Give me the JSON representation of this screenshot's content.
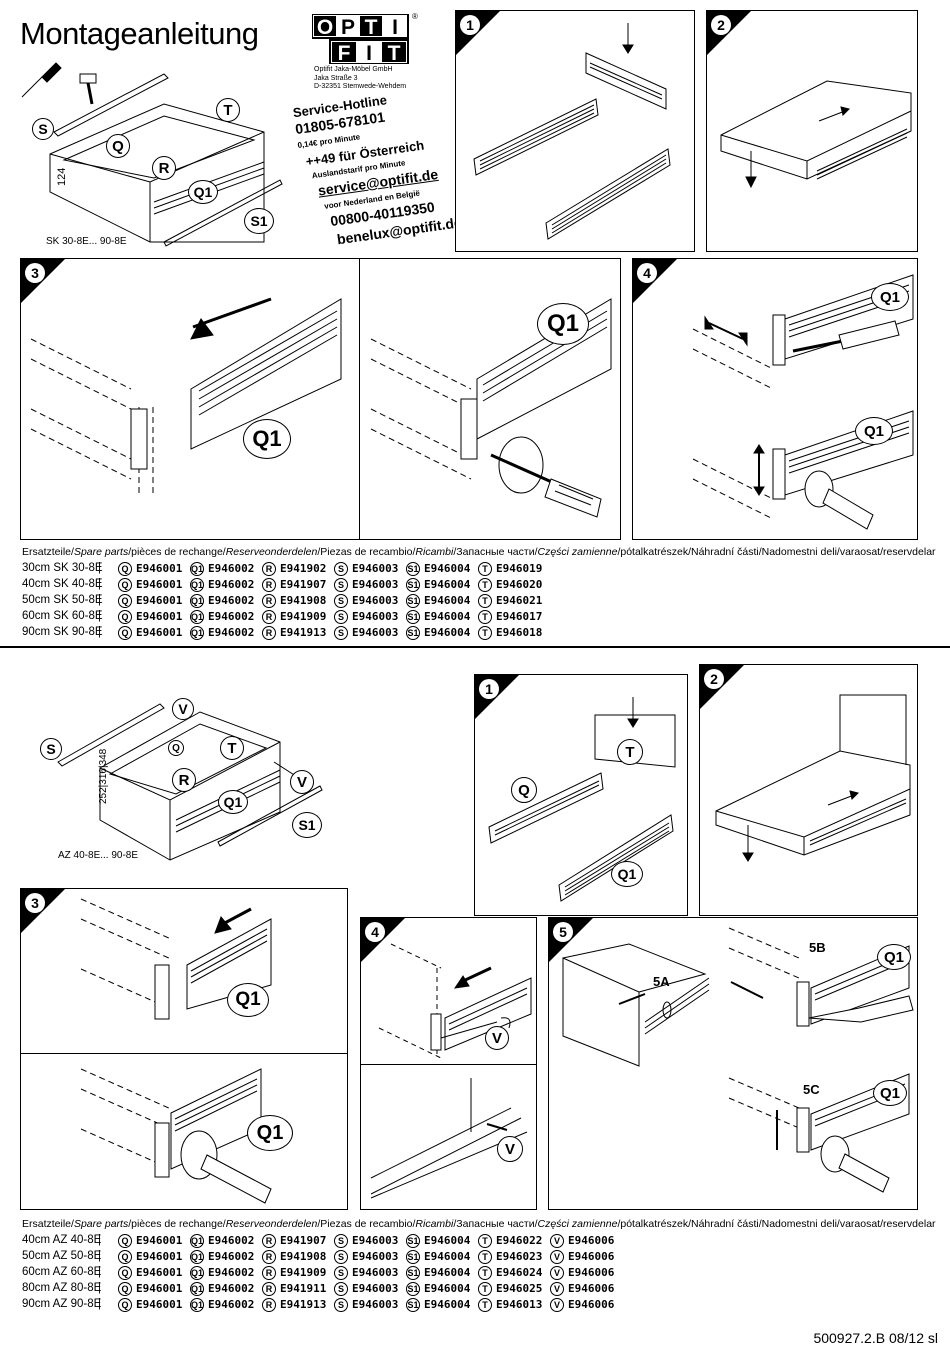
{
  "header": {
    "title": "Montageanleitung",
    "logo": {
      "row1": [
        "O",
        "P",
        "T",
        "I"
      ],
      "row2": [
        "F",
        "I",
        "T"
      ],
      "reg": "®"
    },
    "address": [
      "Optifit Jaka-Möbel GmbH",
      "Jaka Straße 3",
      "D-32351 Stemwede-Wehdem"
    ],
    "hotline": [
      "Service-Hotline",
      "01805-678101",
      "0,14€ pro Minute",
      "++49 für Österreich",
      "Auslandstarif pro Minute",
      "service@optifit.de",
      "voor Nederland en België",
      "00800-40119350",
      "benelux@optifit.de"
    ]
  },
  "sk": {
    "overview_caption": "SK 30-8E... 90-8E",
    "dim": "124",
    "labels": {
      "S": "S",
      "Q": "Q",
      "R": "R",
      "T": "T",
      "Q1": "Q1",
      "S1": "S1"
    },
    "steps": [
      "1",
      "2",
      "3",
      "4"
    ],
    "q1": "Q1"
  },
  "az": {
    "overview_caption": "AZ 40-8E... 90-8E",
    "dim": "252|316|348",
    "labels": {
      "S": "S",
      "Q": "Q",
      "R": "R",
      "T": "T",
      "Q1": "Q1",
      "S1": "S1",
      "V": "V"
    },
    "steps": [
      "1",
      "2",
      "3",
      "4",
      "5"
    ],
    "sub": {
      "a": "5A",
      "b": "5B",
      "c": "5C"
    },
    "q1": "Q1",
    "v": "V"
  },
  "parts_header": {
    "p1": "Ersatzteile/",
    "p2": "Spare parts",
    "p3": "/pièces de rechange/",
    "p4": "Reserveonderdelen",
    "p5": "/Piezas de recambio/",
    "p6": "Ricambi",
    "p7": "/Запасные части/",
    "p8": "Części zamienne",
    "p9": "/pótalkatrészek/Náhradní části/Nadomestni deli/varaosat/reservdelar"
  },
  "sk_parts": [
    {
      "model": "30cm SK 30-8E",
      "Q": "E946001",
      "Q1": "E946002",
      "R": "E941902",
      "S": "E946003",
      "S1": "E946004",
      "T": "E946019"
    },
    {
      "model": "40cm SK 40-8E",
      "Q": "E946001",
      "Q1": "E946002",
      "R": "E941907",
      "S": "E946003",
      "S1": "E946004",
      "T": "E946020"
    },
    {
      "model": "50cm SK 50-8E",
      "Q": "E946001",
      "Q1": "E946002",
      "R": "E941908",
      "S": "E946003",
      "S1": "E946004",
      "T": "E946021"
    },
    {
      "model": "60cm SK 60-8E",
      "Q": "E946001",
      "Q1": "E946002",
      "R": "E941909",
      "S": "E946003",
      "S1": "E946004",
      "T": "E946017"
    },
    {
      "model": "90cm SK 90-8E",
      "Q": "E946001",
      "Q1": "E946002",
      "R": "E941913",
      "S": "E946003",
      "S1": "E946004",
      "T": "E946018"
    }
  ],
  "az_parts": [
    {
      "model": "40cm AZ 40-8E",
      "Q": "E946001",
      "Q1": "E946002",
      "R": "E941907",
      "S": "E946003",
      "S1": "E946004",
      "T": "E946022",
      "V": "E946006"
    },
    {
      "model": "50cm AZ 50-8E",
      "Q": "E946001",
      "Q1": "E946002",
      "R": "E941908",
      "S": "E946003",
      "S1": "E946004",
      "T": "E946023",
      "V": "E946006"
    },
    {
      "model": "60cm AZ 60-8E",
      "Q": "E946001",
      "Q1": "E946002",
      "R": "E941909",
      "S": "E946003",
      "S1": "E946004",
      "T": "E946024",
      "V": "E946006"
    },
    {
      "model": "80cm AZ 80-8E",
      "Q": "E946001",
      "Q1": "E946002",
      "R": "E941911",
      "S": "E946003",
      "S1": "E946004",
      "T": "E946025",
      "V": "E946006"
    },
    {
      "model": "90cm AZ 90-8E",
      "Q": "E946001",
      "Q1": "E946002",
      "R": "E941913",
      "S": "E946003",
      "S1": "E946004",
      "T": "E946013",
      "V": "E946006"
    }
  ],
  "footer": "500927.2.B    08/12  sl"
}
